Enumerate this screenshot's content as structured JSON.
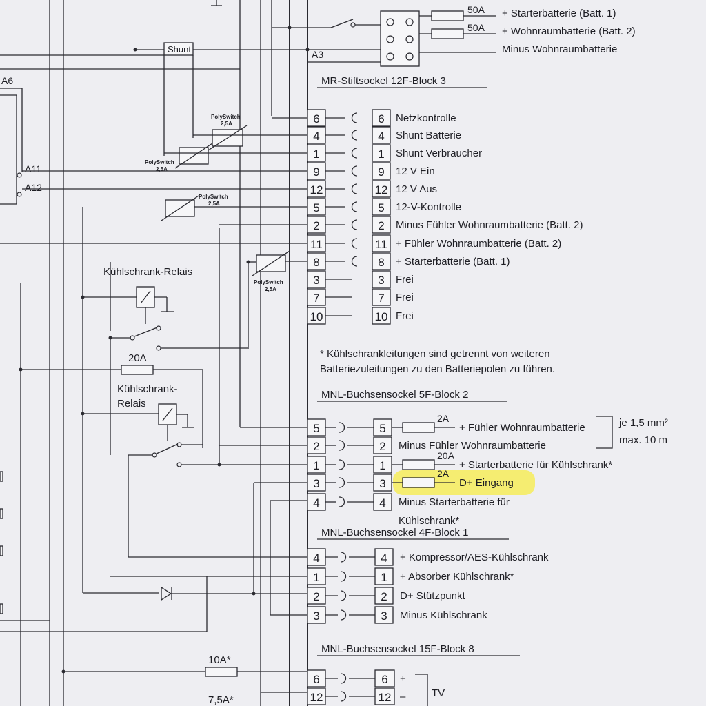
{
  "fuses_top": [
    {
      "rating": "50A",
      "label": "+ Starterbatterie (Batt. 1)"
    },
    {
      "rating": "50A",
      "label": "+ Wohnraumbatterie (Batt. 2)"
    },
    {
      "rating": "",
      "label": "Minus Wohnraumbatterie"
    }
  ],
  "refs": {
    "a3": "A3",
    "a6": "A6",
    "a11": "A11",
    "a12": "A12",
    "shunt": "Shunt"
  },
  "block3": {
    "title": "MR-Stiftsockel 12F-Block 3",
    "rows": [
      {
        "pin": "6",
        "label": "Netzkontrolle"
      },
      {
        "pin": "4",
        "label": "Shunt Batterie"
      },
      {
        "pin": "1",
        "label": "Shunt Verbraucher"
      },
      {
        "pin": "9",
        "label": "12 V Ein"
      },
      {
        "pin": "12",
        "label": "12 V Aus"
      },
      {
        "pin": "5",
        "label": "12-V-Kontrolle"
      },
      {
        "pin": "2",
        "label": "Minus Fühler Wohnraumbatterie (Batt. 2)"
      },
      {
        "pin": "11",
        "label": "+ Fühler Wohnraumbatterie (Batt. 2)"
      },
      {
        "pin": "8",
        "label": "+ Starterbatterie (Batt. 1)"
      },
      {
        "pin": "3",
        "label": "Frei"
      },
      {
        "pin": "7",
        "label": "Frei"
      },
      {
        "pin": "10",
        "label": "Frei"
      }
    ]
  },
  "polyswitch": {
    "name": "PolySwitch",
    "rating": "2,5A"
  },
  "relay1": "Kühlschrank-Relais",
  "relay2_line1": "Kühlschrank-",
  "relay2_line2": "Relais",
  "fuse_20a": "20A",
  "note_line1": "* Kühlschrankleitungen sind getrennt von weiteren",
  "note_line2": "Batteriezuleitungen zu den Batteriepolen zu führen.",
  "block2": {
    "title": "MNL-Buchsensockel 5F-Block 2",
    "rows": [
      {
        "pin": "5",
        "fuse": "2A",
        "label": "+ Fühler Wohnraumbatterie"
      },
      {
        "pin": "2",
        "fuse": "",
        "label": "Minus Fühler Wohnraumbatterie"
      },
      {
        "pin": "1",
        "fuse": "20A",
        "label": "+ Starterbatterie für Kühlschrank*"
      },
      {
        "pin": "3",
        "fuse": "2A",
        "label": "D+ Eingang"
      },
      {
        "pin": "4",
        "fuse": "",
        "label": "Minus Starterbatterie für"
      }
    ],
    "row4_line2": "Kühlschrank*",
    "cable_note1": "je 1,5 mm²",
    "cable_note2": "max. 10 m"
  },
  "block1": {
    "title": "MNL-Buchsensockel 4F-Block 1",
    "rows": [
      {
        "pin": "4",
        "label": "+ Kompressor/AES-Kühlschrank"
      },
      {
        "pin": "1",
        "label": "+ Absorber Kühlschrank*"
      },
      {
        "pin": "2",
        "label": "D+ Stützpunkt"
      },
      {
        "pin": "3",
        "label": "Minus Kühlschrank"
      }
    ]
  },
  "block8": {
    "title": "MNL-Buchsensockel 15F-Block 8",
    "rows": [
      {
        "pin": "6",
        "sign": "+"
      },
      {
        "pin": "12",
        "sign": "–"
      }
    ],
    "group_label": "TV"
  },
  "fuse_10a": "10A*",
  "fuse_7_5a": "7,5A*",
  "highlight_color": "#f6ec5a"
}
